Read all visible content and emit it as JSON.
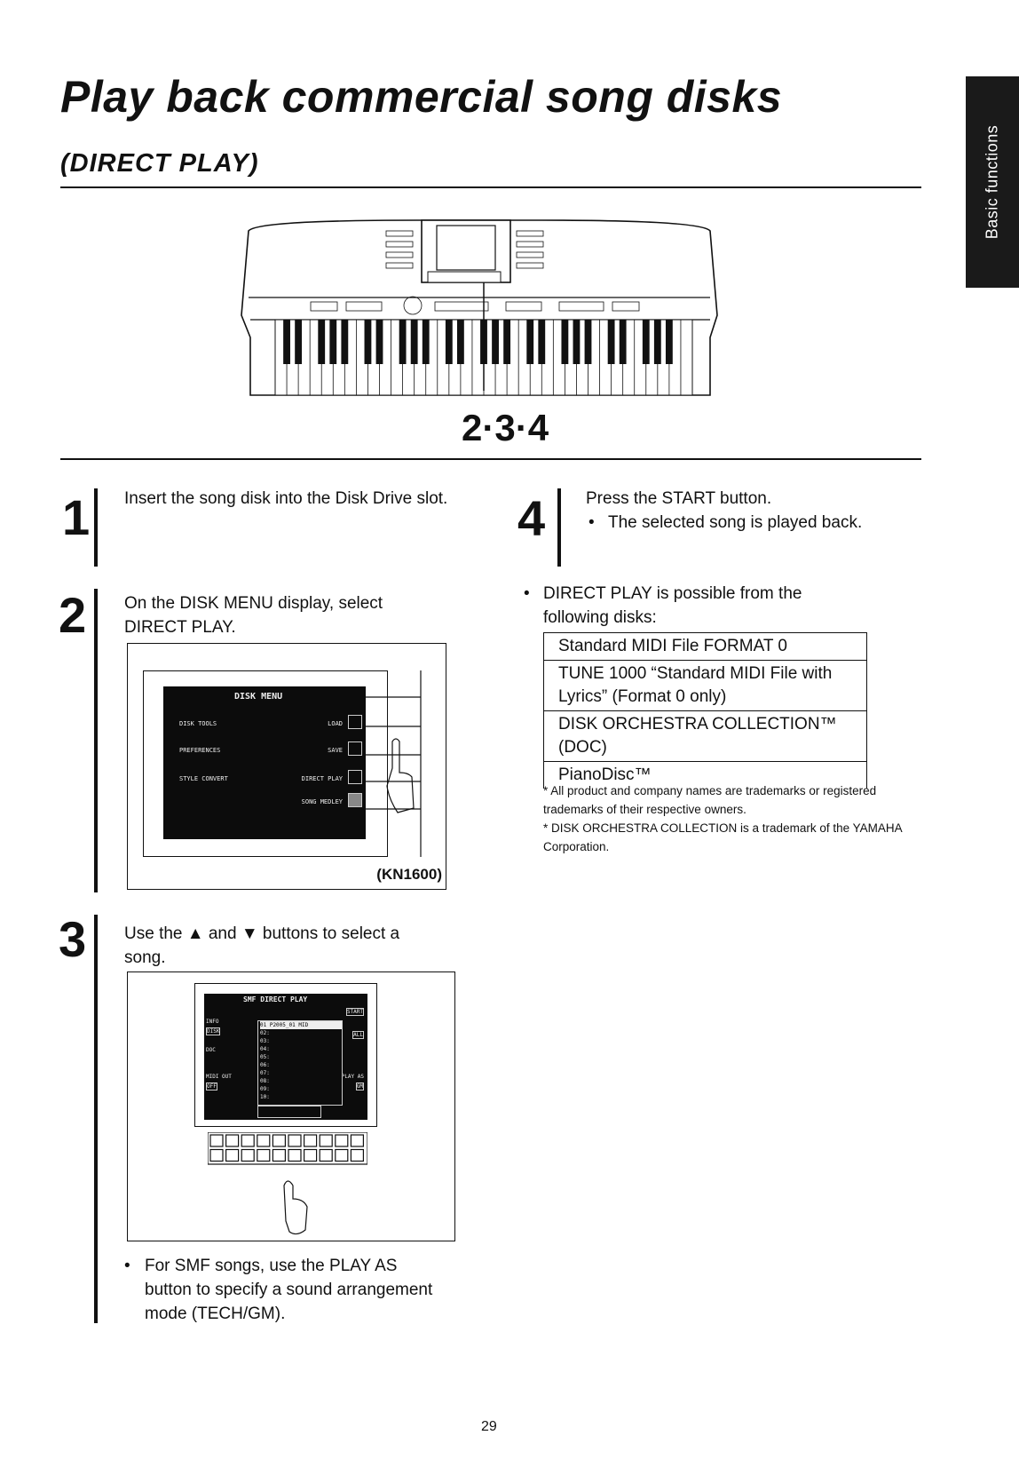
{
  "title": "Play back commercial song disks",
  "subtitle": "(DIRECT PLAY)",
  "side_tab": "Basic functions",
  "keyboard_callout": "2·3·4",
  "steps": [
    {
      "num": "1",
      "text": "Insert the song disk into the Disk Drive slot."
    },
    {
      "num": "2",
      "text": "On the DISK MENU display, select DIRECT PLAY."
    },
    {
      "num": "3",
      "text": "Use the ▲ and ▼ buttons to select a song."
    },
    {
      "num": "4",
      "text": "Press the START button."
    }
  ],
  "step4_bullet": "The selected song is played back.",
  "step3_bullet": "For SMF songs, use the PLAY AS button to specify a sound arrangement mode (TECH/GM).",
  "disk_menu_screen": {
    "title": "DISK MENU",
    "items_left": [
      "DISK TOOLS",
      "PREFERENCES",
      "STYLE CONVERT"
    ],
    "items_right": [
      "LOAD",
      "SAVE",
      "DIRECT PLAY",
      "SONG MEDLEY"
    ],
    "model": "(KN1600)"
  },
  "smf_screen": {
    "title": "SMF DIRECT PLAY",
    "left_labels": [
      "INFO",
      "DISK",
      "DOC",
      "MIDI OUT",
      "OFF"
    ],
    "right_labels": [
      "START",
      "ALL",
      "PLAY AS",
      "GM"
    ],
    "rows": [
      "01 P2005_01 MID",
      "02:",
      "03:",
      "04:",
      "05:",
      "06:",
      "07:",
      "08:",
      "09:",
      "10:"
    ]
  },
  "direct_play_note": "DIRECT PLAY is possible from the following disks:",
  "disk_types": [
    "Standard MIDI File FORMAT 0",
    "TUNE 1000 “Standard MIDI File with Lyrics” (Format 0 only)",
    "DISK ORCHESTRA COLLECTION™ (DOC)",
    "PianoDisc™"
  ],
  "footnotes": [
    "* All product and company names are trademarks or registered trademarks of their respective owners.",
    "* DISK ORCHESTRA COLLECTION is a trademark of the YAMAHA Corporation."
  ],
  "page_number": "29"
}
